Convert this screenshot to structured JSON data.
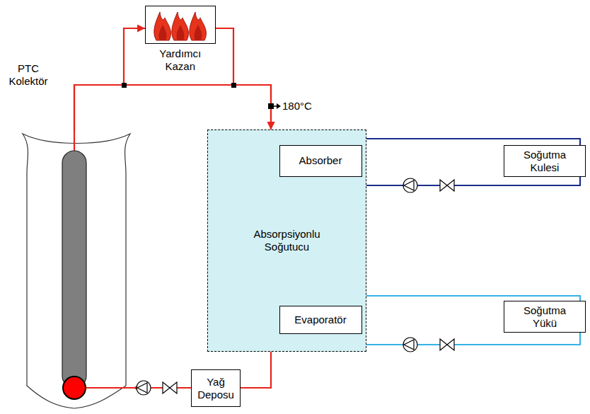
{
  "diagram": {
    "nodes": [
      {
        "text": [
          "Yardımcı Kazan"
        ]
      },
      {
        "text": [
          "PTC Kolektör"
        ]
      },
      {
        "text": [
          "Absorpsiyonlu Soğutucu"
        ]
      },
      {
        "text": [
          "Absorber"
        ],
        "in": 2
      },
      {
        "text": [
          "Soğutma Kulesi"
        ]
      },
      {
        "text": [
          "Evaporatör"
        ],
        "in": 2
      },
      {
        "text": [
          "Soğutma Yükü"
        ]
      },
      {
        "text": [
          "Yağ Deposu"
        ]
      }
    ],
    "edges": [
      {
        "from": 1,
        "to": 0,
        "arrow": "to"
      },
      {
        "from": 1,
        "to": 2,
        "arrow": "to"
      },
      {
        "from": 0,
        "to": 2,
        "arrow": "to"
      },
      {
        "from": 3,
        "to": 4,
        "arrow": "none"
      },
      {
        "from": 3,
        "to": 4,
        "arrow": "none"
      },
      {
        "from": 5,
        "to": 6,
        "arrow": "none"
      },
      {
        "from": 5,
        "to": 6,
        "arrow": "none"
      },
      {
        "from": 2,
        "to": 7,
        "arrow": "none"
      },
      {
        "from": 7,
        "to": 1,
        "arrow": "to"
      }
    ],
    "labels": [
      "180°C"
    ]
  }
}
